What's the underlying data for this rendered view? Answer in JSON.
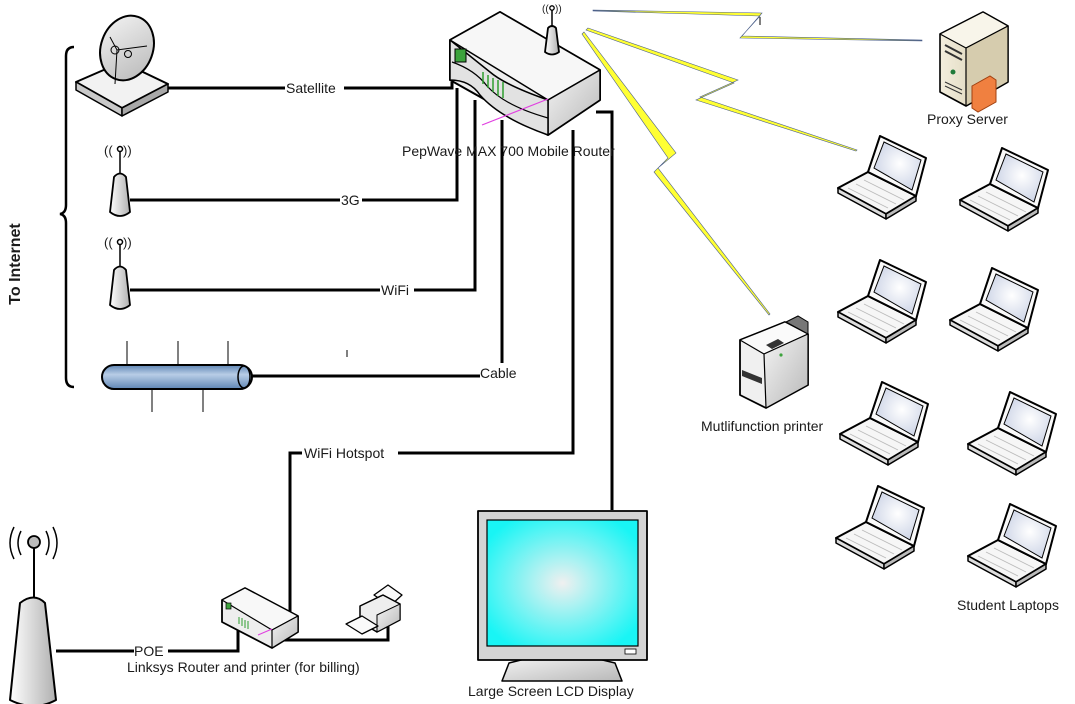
{
  "diagram": {
    "title": "Mobile classroom network topology",
    "side_label": "To Internet",
    "devices": {
      "router": {
        "label": "PepWave MAX 700 Mobile Router",
        "icon": "router-icon"
      },
      "satellite": {
        "icon": "satellite-dish-icon"
      },
      "cell_3g": {
        "icon": "cell-antenna-icon"
      },
      "wifi_uplink": {
        "icon": "wifi-antenna-icon"
      },
      "cable_modem": {
        "icon": "cable-bus-icon"
      },
      "proxy_server": {
        "label": "Proxy Server",
        "icon": "server-icon"
      },
      "printer": {
        "label": "Mutlifunction printer",
        "icon": "printer-icon"
      },
      "laptops": {
        "label": "Student Laptops",
        "icon": "laptop-icon",
        "count": 8
      },
      "lcd_display": {
        "label": "Large Screen LCD Display",
        "icon": "monitor-icon"
      },
      "hotspot_antenna": {
        "icon": "hotspot-antenna-icon"
      },
      "linksys": {
        "label": "Linksys Router and printer (for billing)",
        "icon": "router-icon"
      },
      "billing_printer": {
        "icon": "printer-icon"
      }
    },
    "links": {
      "satellite": "Satellite",
      "cell_3g": "3G",
      "wifi": "WiFi",
      "cable": "Cable",
      "wifi_hotspot": "WiFi Hotspot",
      "poe": "POE"
    },
    "colors": {
      "lightning": "#ffff33",
      "lightning_edge": "#4a5e8a",
      "screen": "#19f5f5",
      "cable_bus": "#8fb0d6",
      "led": "#2e9e2e",
      "pink_line": "#e040e0",
      "server_orange": "#f08040"
    }
  }
}
